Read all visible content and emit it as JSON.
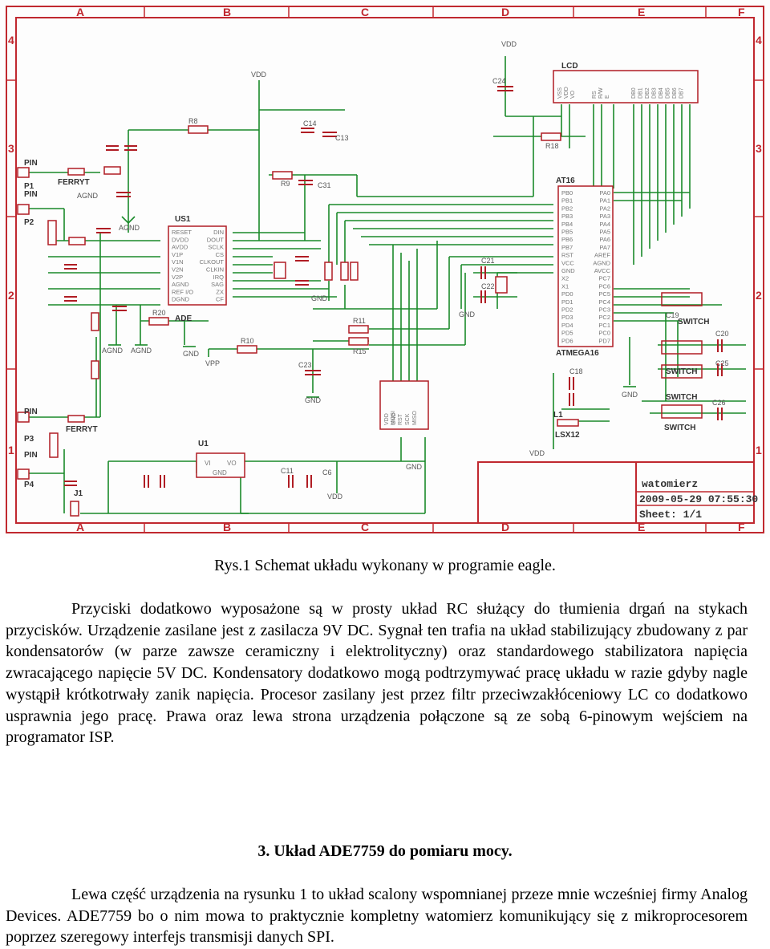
{
  "schematic": {
    "frame_columns": [
      "A",
      "B",
      "C",
      "D",
      "E",
      "F"
    ],
    "frame_rows": [
      "4",
      "3",
      "2",
      "1"
    ],
    "title_block": {
      "name": "watomierz",
      "date": "2009-05-29 07:55:30",
      "sheet": "Sheet: 1/1"
    },
    "parts": {
      "us1": "US1",
      "ade": "ADE",
      "at16": "AT16",
      "atmega": "ATMEGA16",
      "lcd": "LCD",
      "u1": "U1",
      "vdd": "VDD",
      "gnd": "GND",
      "agnd": "AGND",
      "vpp": "VPP",
      "ferryt": "FERRYT",
      "switch": "SWITCH",
      "l1": "L1",
      "lsx12": "LSX12",
      "j1": "J1",
      "r8": "R8",
      "r9": "R9",
      "r10": "R10",
      "r11": "R11",
      "r15": "R15",
      "r18": "R18",
      "r20": "R20",
      "c14": "C14",
      "c13": "C13",
      "c31": "C31",
      "c23": "C23",
      "c24": "C24",
      "c18": "C18",
      "c19": "C19",
      "c20": "C20",
      "c25": "C25",
      "c26": "C26",
      "c11": "C11",
      "c6": "C6",
      "c21": "C21",
      "c22": "C22",
      "p1": "P1",
      "p2": "P2",
      "p3": "P3",
      "p4": "P4",
      "pin": "PIN",
      "isp_pins": [
        "MOSI",
        "RST",
        "SCK",
        "MISO",
        "VDD",
        "GND"
      ],
      "ade_left": [
        "RESET",
        "DVDD",
        "AVDD",
        "V1P",
        "V1N",
        "V2N",
        "V2P",
        "AGND",
        "REF I/O",
        "DGND"
      ],
      "ade_right": [
        "DIN",
        "DOUT",
        "SCLK",
        "CS",
        "CLKOUT",
        "CLKIN",
        "IRQ",
        "SAG",
        "ZX",
        "CF"
      ],
      "mcu_left": [
        "PB0",
        "PB1",
        "PB2",
        "PB3",
        "PB4",
        "PB5",
        "PB6",
        "PB7",
        "RST",
        "VCC",
        "GND",
        "X2",
        "X1",
        "PD0",
        "PD1",
        "PD2",
        "PD3",
        "PD4",
        "PD5",
        "PD6"
      ],
      "mcu_right": [
        "PA0",
        "PA1",
        "PA2",
        "PA3",
        "PA4",
        "PA5",
        "PA6",
        "PA7",
        "AREF",
        "AGND",
        "AVCC",
        "PC7",
        "PC6",
        "PC5",
        "PC4",
        "PC3",
        "PC2",
        "PC1",
        "PC0",
        "PD7"
      ],
      "lcd_pins": [
        "VSS",
        "VDD",
        "VO",
        "RS",
        "R/W",
        "E",
        "DB0",
        "DB1",
        "DB2",
        "DB3",
        "DB4",
        "DB5",
        "DB6",
        "DB7"
      ],
      "u1_pins": [
        "VI",
        "VO",
        "GND"
      ]
    }
  },
  "caption": "Rys.1 Schemat układu wykonany w programie eagle.",
  "paragraph1": "Przyciski dodatkowo wyposażone są w prosty układ RC służący do tłumienia drgań na stykach przycisków. Urządzenie zasilane jest z zasilacza 9V DC. Sygnał ten trafia na układ stabilizujący zbudowany z par kondensatorów (w parze zawsze ceramiczny i elektrolityczny) oraz standardowego stabilizatora napięcia zwracającego napięcie 5V DC. Kondensatory dodatkowo mogą podtrzymywać pracę układu w razie gdyby nagle wystąpił krótkotrwały zanik napięcia. Procesor zasilany jest  przez filtr przeciwzakłóceniowy LC co dodatkowo usprawnia jego pracę. Prawa oraz lewa strona urządzenia połączone są ze sobą 6-pinowym wejściem na programator ISP.",
  "heading": "3. Układ ADE7759 do pomiaru mocy.",
  "paragraph2": "Lewa część urządzenia na rysunku 1 to układ scalony wspomnianej przeze mnie wcześniej firmy Analog Devices. ADE7759 bo o nim mowa to praktycznie kompletny watomierz komunikujący się z mikroprocesorem poprzez szeregowy interfejs transmisji danych SPI.",
  "colors": {
    "frame": "#c0282f",
    "wire": "#1a8a2a",
    "part": "#b01d24",
    "label": "#777777",
    "text": "#000000"
  }
}
